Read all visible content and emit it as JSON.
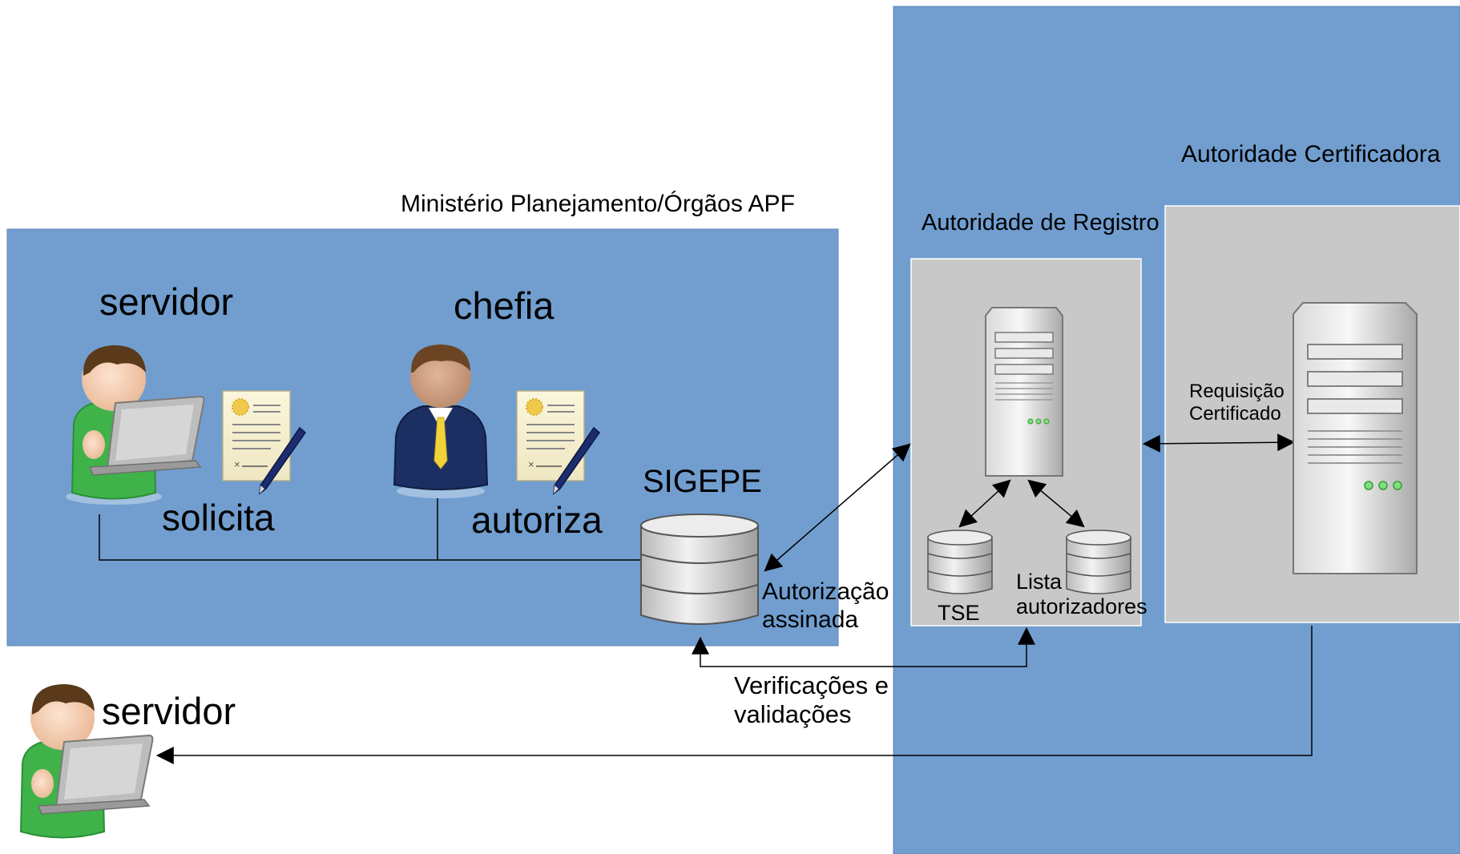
{
  "labels": {
    "ministerio": "Ministério Planejamento/Órgãos APF",
    "autoridade_certificadora": "Autoridade Certificadora",
    "autoridade_registro": "Autoridade de Registro",
    "servidor_top": "servidor",
    "chefia": "chefia",
    "solicita": "solicita",
    "autoriza": "autoriza",
    "sigepe": "SIGEPE",
    "autorizacao_assinada": [
      "Autorização",
      "assinada"
    ],
    "requisicao_certificado": [
      "Requisição",
      "Certificado"
    ],
    "tse": "TSE",
    "lista_autorizadores": [
      "Lista",
      "autorizadores"
    ],
    "verificacoes": [
      "Verificações e",
      "validações"
    ],
    "servidor_bottom": "servidor"
  },
  "colors": {
    "zone_blue": "#719ecf",
    "zone_gray": "#c8c8c8",
    "line": "#000000",
    "shirt_green": "#3fb34a",
    "suit_navy": "#1c2f63",
    "tie_yellow": "#f2d23a",
    "skin": "#f6cfb4",
    "hair": "#5a3a1a"
  },
  "icons": [
    "user-laptop-icon",
    "manager-icon",
    "signed-document-icon",
    "database-icon",
    "server-icon"
  ]
}
